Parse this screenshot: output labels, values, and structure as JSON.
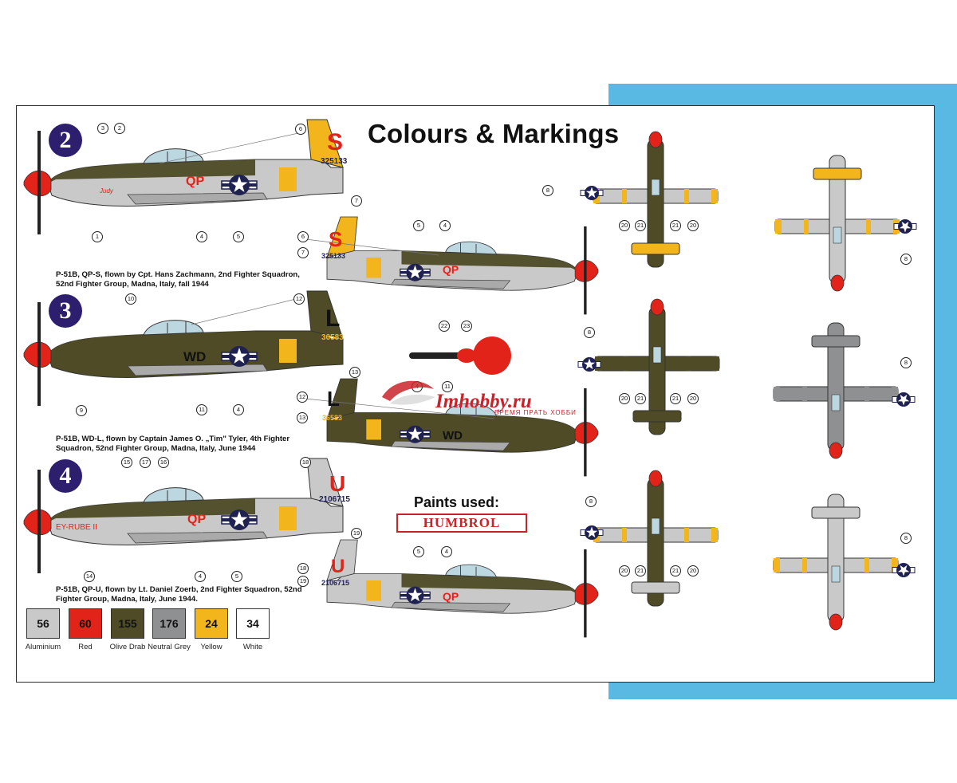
{
  "title": "Colours & Markings",
  "profiles": [
    {
      "badge": "2",
      "caption": "P-51B, QP-S, flown by Cpt. Hans Zachmann, 2nd Fighter Squadron, 52nd Fighter Group, Madna, Italy, fall 1944",
      "codes": "QP",
      "tail_letter": "S",
      "serial": "325133",
      "nose_art": "Judy"
    },
    {
      "badge": "3",
      "caption": "P-51B, WD-L, flown by Captain James O. „Tim\" Tyler, 4th Fighter Squadron, 52nd Fighter Group, Madna, Italy, June 1944",
      "codes": "WD",
      "tail_letter": "L",
      "serial": "36583"
    },
    {
      "badge": "4",
      "caption": "P-51B, QP-U, flown by Lt. Daniel Zoerb, 2nd Fighter Squadron, 52nd Fighter Group, Madna, Italy, June 1944.",
      "codes": "QP",
      "tail_letter": "U",
      "serial": "2106715",
      "nose_art": "EY-RUBE II"
    }
  ],
  "paints_used_label": "Paints used:",
  "paint_brand": "HUMBROL",
  "paints": [
    {
      "number": "56",
      "name": "Aluminium",
      "color": "#c9c9c9",
      "text_color": "#111111"
    },
    {
      "number": "60",
      "name": "Red",
      "color": "#e2231a",
      "text_color": "#111111"
    },
    {
      "number": "155",
      "name": "Olive Drab",
      "color": "#4e4b26",
      "text_color": "#111111"
    },
    {
      "number": "176",
      "name": "Neutral Grey",
      "color": "#8e9092",
      "text_color": "#111111"
    },
    {
      "number": "24",
      "name": "Yellow",
      "color": "#f2b51b",
      "text_color": "#111111"
    },
    {
      "number": "34",
      "name": "White",
      "color": "#ffffff",
      "text_color": "#111111"
    }
  ],
  "watermark": {
    "text": "Imhobby.ru",
    "sub": "ВРЕМЯ ПРАТЬ ХОББИ"
  },
  "colors": {
    "aluminium": "#c9c9c9",
    "red": "#e2231a",
    "olive": "#4e4b26",
    "grey": "#8e9092",
    "yellow": "#f2b51b",
    "navy": "#1f2150",
    "badge": "#2e1f6e",
    "sky": "#5ab9e3"
  }
}
